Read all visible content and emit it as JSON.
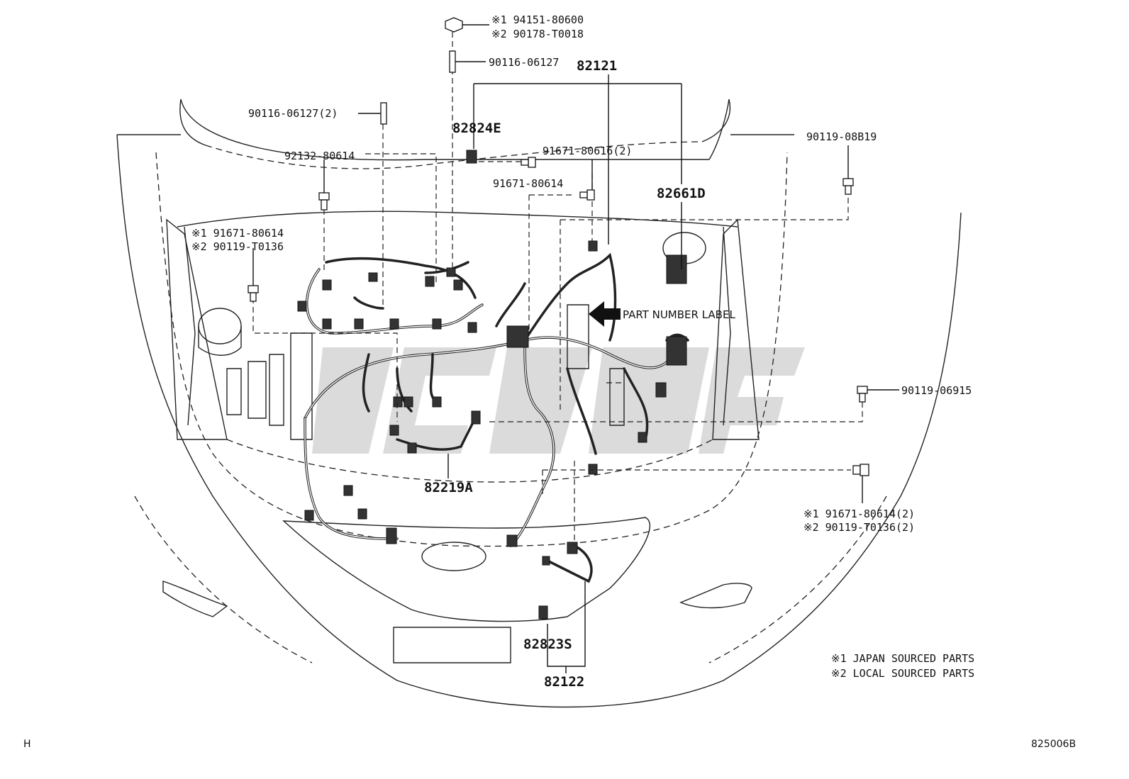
{
  "labels": {
    "p94151": "※1 94151-80600",
    "p90178": "※2 90178-T0018",
    "p90116a": "90116-06127",
    "p82121": "82121",
    "p90116b": "90116-06127(2)",
    "p82824E": "82824E",
    "p91671_80616": "91671-80616(2)",
    "p90119_08B19": "90119-08B19",
    "p92132": "92132-80614",
    "p91671_80614": "91671-80614",
    "p82661D": "82661D",
    "p91671_left": "※1 91671-80614",
    "p90119_left": "※2 90119-T0136",
    "part_number_label": "PART NUMBER LABEL",
    "p90119_06915": "90119-06915",
    "p82219A": "82219A",
    "p91671_right": "※1 91671-80614(2)",
    "p90119_right": "※2 90119-T0136(2)",
    "p82823S": "82823S",
    "p82122": "82122"
  },
  "legend": {
    "note1": "※1 JAPAN SOURCED PARTS",
    "note2": "※2 LOCAL SOURCED PARTS"
  },
  "footer": {
    "left": "H",
    "right": "825006B"
  },
  "icons": {
    "bolt": "bolt-icon",
    "stud": "stud-icon",
    "nut": "nut-icon",
    "arrow": "arrow-left-icon"
  }
}
